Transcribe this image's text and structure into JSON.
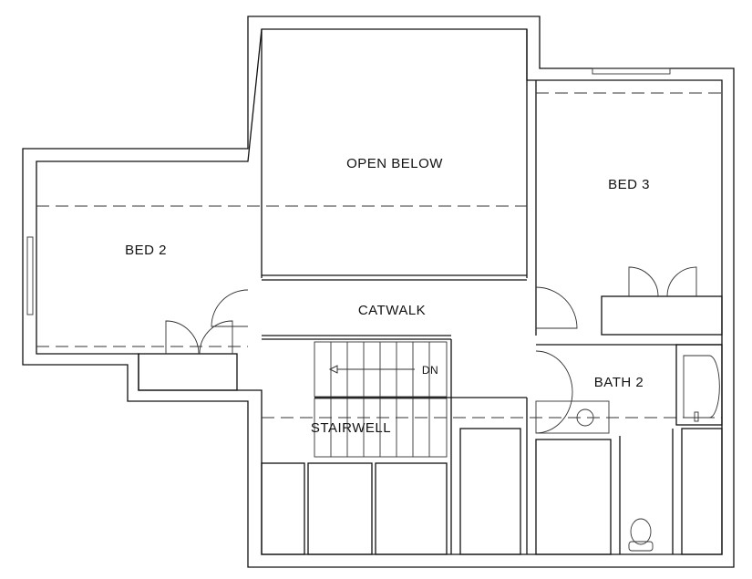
{
  "plan": {
    "rooms": {
      "open_below": "OPEN BELOW",
      "bed3": "BED 3",
      "bed2": "BED 2",
      "catwalk": "CATWALK",
      "stairwell": "STAIRWELL",
      "bath2": "BATH 2"
    },
    "stair_direction": "DN"
  }
}
